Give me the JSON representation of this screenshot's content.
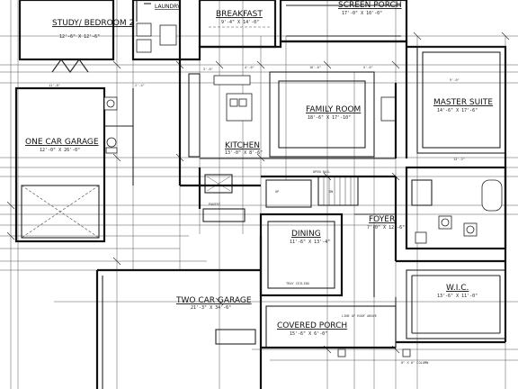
{
  "rooms": {
    "study": {
      "name": "STUDY/ BEDROOM 2",
      "size": "12'-6\" X 12'-6\""
    },
    "laundry": {
      "name": "LAUNDRY"
    },
    "breakfast": {
      "name": "BREAKFAST",
      "size": "9'-4\" X 14'-0\""
    },
    "screen_porch": {
      "name": "SCREEN PORCH",
      "size": "17'-0\" X 10'-0\""
    },
    "family_room": {
      "name": "FAMILY ROOM",
      "size": "18'-6\" X 17'-10\""
    },
    "master_suite": {
      "name": "MASTER SUITE",
      "size": "14'-6\" X 17'-6\""
    },
    "one_car_garage": {
      "name": "ONE CAR GARAGE",
      "size": "12'-0\" X 26'-0\""
    },
    "kitchen": {
      "name": "KITCHEN",
      "size": "13'-0\" X 8'-6\""
    },
    "dining": {
      "name": "DINING",
      "size": "11'-6\" X 13'-4\""
    },
    "foyer": {
      "name": "FOYER",
      "size": "7'-0\" X 12'-6\""
    },
    "two_car_garage": {
      "name": "TWO CAR GARAGE",
      "size": "21'-3\" X 34'-6\""
    },
    "wic": {
      "name": "W.I.C.",
      "size": "13'-6\" X 11'-0\""
    },
    "covered_porch": {
      "name": "COVERED PORCH",
      "size": "15'-6\" X 6'-0\""
    }
  },
  "notes": {
    "dn": "DN",
    "up": "UP",
    "tray_ceiling": "TRAY CEILING",
    "open_rail": "OPEN RAIL",
    "pantry": "PANTRY",
    "column": "8\" X 8\" COLUMN",
    "line_roof": "LINE OF ROOF ABOVE",
    "dim_a": "3'-6\"",
    "dim_b": "16'-0\"",
    "dim_c": "4'-0\"",
    "dim_d": "5'-6\"",
    "dim_e": "11'-8\"",
    "dim_f": "2'-4\"",
    "dim_g": "13'-2\"",
    "dim_h": "9'-0\""
  }
}
